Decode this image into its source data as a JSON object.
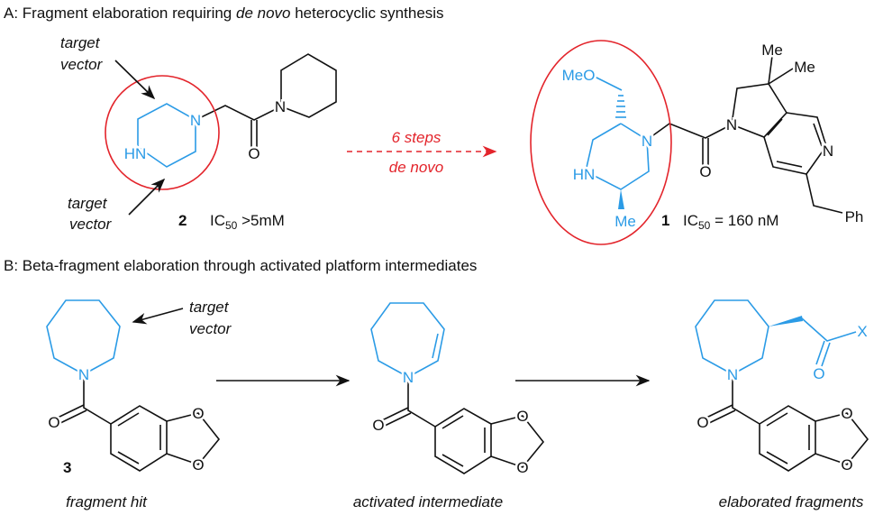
{
  "part_a": {
    "title": "A: Fragment elaboration requiring de novo heterocyclic synthesis",
    "title_prefix": "A: Fragment elaboration requiring ",
    "title_italic": "de novo",
    "title_suffix": " heterocyclic synthesis",
    "compound_2": {
      "number": "2",
      "activity_prefix": "IC",
      "activity_sub": "50",
      "activity_value": " >5mM",
      "atoms": {
        "n": "N",
        "hn": "HN",
        "o": "O",
        "n2": "N"
      }
    },
    "vector_label_1": [
      "target",
      "vector"
    ],
    "vector_label_2": [
      "target",
      "vector"
    ],
    "arrow_top": "6 steps",
    "arrow_bottom": "de novo",
    "compound_1": {
      "number": "1",
      "activity_prefix": "IC",
      "activity_sub": "50",
      "activity_value": " = 160 nM",
      "atoms": {
        "meo": "MeO",
        "n": "N",
        "hn": "HN",
        "me": "Me",
        "o": "O",
        "n2": "N",
        "npy": "N",
        "me1": "Me",
        "me2": "Me",
        "ph": "Ph"
      }
    }
  },
  "part_b": {
    "title": "B: Beta-fragment elaboration through activated platform intermediates",
    "compound_3": {
      "number": "3",
      "caption": "fragment hit",
      "vector_label": [
        "target",
        "vector"
      ]
    },
    "intermediate": {
      "caption": "activated intermediate"
    },
    "elaborated": {
      "caption": "elaborated fragments",
      "x_label": "X"
    },
    "atoms": {
      "n": "N",
      "o": "O"
    }
  },
  "colors": {
    "highlight": "#2b9be6",
    "annotation": "#e3242b",
    "ink": "#111111"
  }
}
